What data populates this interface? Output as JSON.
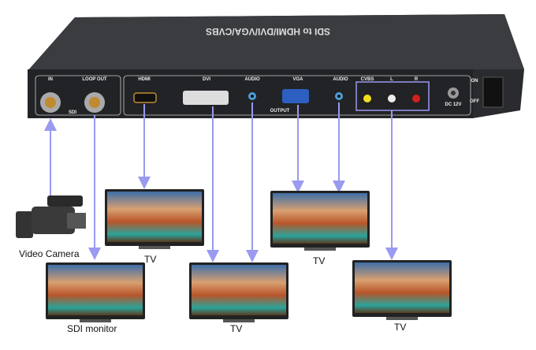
{
  "device": {
    "title": "SDI to HDMI/DVI/VGA/CVBS",
    "ports": {
      "in": "IN",
      "loop_out": "LOOP OUT",
      "sdi": "SDI",
      "hdmi": "HDMI",
      "dvi": "DVI",
      "audio1": "AUDIO",
      "vga": "VGA",
      "audio2": "AUDIO",
      "cvbs": "CVBS",
      "l": "L",
      "r": "R",
      "output": "OUTPUT",
      "dc": "DC 12V",
      "on": "ON",
      "off": "OFF"
    }
  },
  "labels": {
    "camera": "Video Camera",
    "sdi_monitor": "SDI monitor",
    "tv1": "TV",
    "tv2": "TV",
    "tv3": "TV",
    "tv4": "TV"
  },
  "colors": {
    "arrow": "#9a9af0",
    "device": "#2a2b2e",
    "screen_sky": "#3e6fa8",
    "screen_rock": "#b8552a"
  }
}
